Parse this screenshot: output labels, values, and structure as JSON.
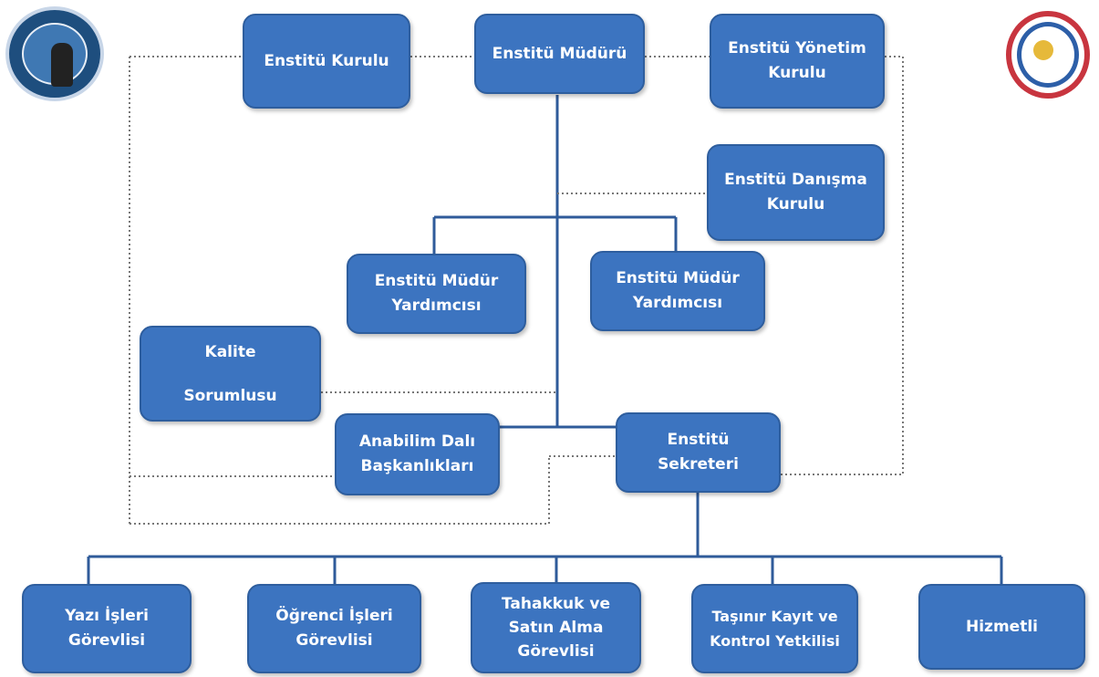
{
  "boxes": {
    "kurulu": [
      "Enstitü Kurulu"
    ],
    "mudur": [
      "Enstitü Müdürü"
    ],
    "yonetim": [
      "Enstitü Yönetim",
      "Kurulu"
    ],
    "danisma": [
      "Enstitü Danışma",
      "Kurulu"
    ],
    "yrd1": [
      "Enstitü Müdür",
      "Yardımcısı"
    ],
    "yrd2": [
      "Enstitü Müdür",
      "Yardımcısı"
    ],
    "kalite": [
      "Kalite",
      "Sorumlusu"
    ],
    "anabilim": [
      "Anabilim Dalı",
      "Başkanlıkları"
    ],
    "sekreter": [
      "Enstitü",
      "Sekreteri"
    ],
    "yazi": [
      "Yazı İşleri",
      "Görevlisi"
    ],
    "ogrenci": [
      "Öğrenci İşleri",
      "Görevlisi"
    ],
    "tahakkuk": [
      "Tahakkuk ve",
      "Satın Alma",
      "Görevlisi"
    ],
    "tasinir": [
      "Taşınır Kayıt ve",
      "Kontrol Yetkilisi"
    ],
    "hizmetli": [
      "Hizmetli"
    ]
  },
  "colors": {
    "box": "#3c74c0",
    "box_border": "#2e5e9e",
    "solid_line": "#2f5b9a",
    "dotted_line": "#777777"
  },
  "logos": [
    "university-seal-icon",
    "institute-emblem-icon"
  ]
}
